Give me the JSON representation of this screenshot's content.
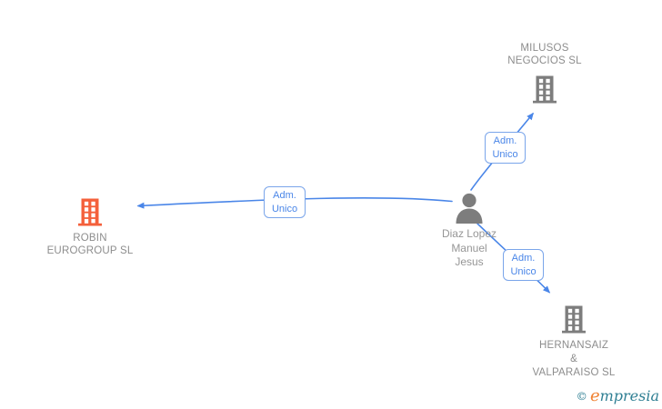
{
  "nodes": {
    "person": {
      "line1": "Diaz Lopez",
      "line2": "Manuel",
      "line3": "Jesus"
    },
    "milusos": {
      "line1": "MILUSOS",
      "line2": "NEGOCIOS SL"
    },
    "robin": {
      "line1": "ROBIN",
      "line2": "EUROGROUP SL"
    },
    "hernansaiz": {
      "line1": "HERNANSAIZ",
      "line2": "&",
      "line3": "VALPARAISO SL"
    }
  },
  "relations": {
    "person_to_milusos": {
      "line1": "Adm.",
      "line2": "Unico"
    },
    "person_to_robin": {
      "line1": "Adm.",
      "line2": "Unico"
    },
    "person_to_hernansaiz": {
      "line1": "Adm.",
      "line2": "Unico"
    }
  },
  "watermark": {
    "copyright": "©",
    "brand_initial": "e",
    "brand_rest": "mpresia"
  },
  "colors": {
    "link_blue": "#4a86e8",
    "box_border": "#7aa5ea",
    "building_gray": "#7d7d7d",
    "building_orange": "#f4603b",
    "person_gray": "#7d7d7d",
    "label_gray": "#8d8d8d",
    "watermark_teal": "#2f7f93",
    "watermark_orange": "#f08233"
  }
}
